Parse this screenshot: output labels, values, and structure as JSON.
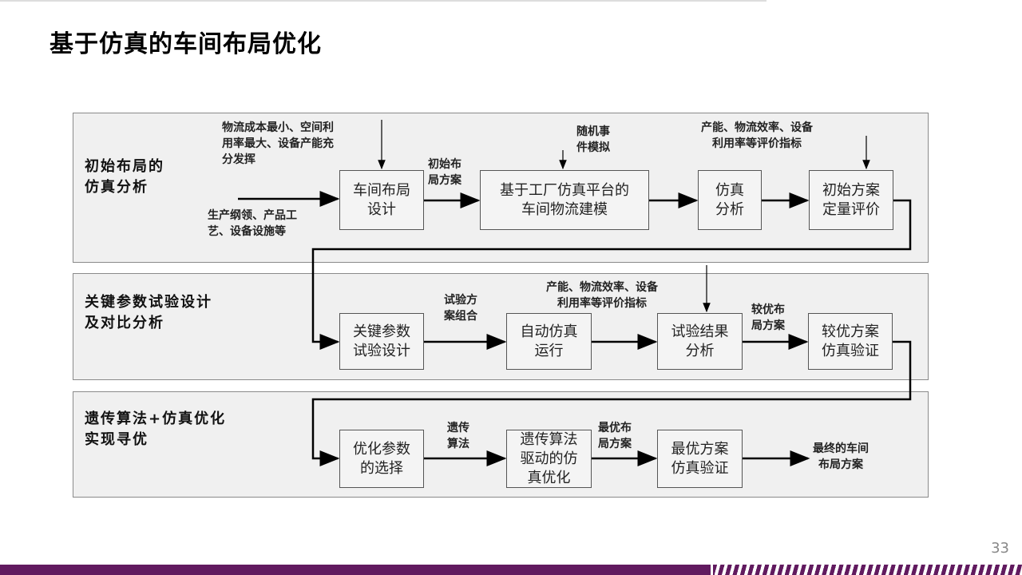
{
  "title": "基于仿真的车间布局优化",
  "page_number": "33",
  "bands": [
    {
      "label_line1": "初始布局的",
      "label_line2": "仿真分析"
    },
    {
      "label_line1": "关键参数试验设计",
      "label_line2": "及对比分析"
    },
    {
      "label_line1": "遗传算法+仿真优化",
      "label_line2": "实现寻优"
    }
  ],
  "row1": {
    "boxes": [
      {
        "l1": "车间布局",
        "l2": "设计"
      },
      {
        "l1": "基于工厂仿真平台的",
        "l2": "车间物流建模"
      },
      {
        "l1": "仿真",
        "l2": "分析"
      },
      {
        "l1": "初始方案",
        "l2": "定量评价"
      }
    ],
    "notes": {
      "objectives": [
        "物流成本最小、空间利",
        "用率最大、设备产能充",
        "分发挥"
      ],
      "inputs": [
        "生产纲领、产品工",
        "艺、设备设施等"
      ],
      "initial_plan": [
        "初始布",
        "局方案"
      ],
      "random": [
        "随机事",
        "件模拟"
      ],
      "metrics": [
        "产能、物流效率、设备",
        "利用率等评价指标"
      ]
    }
  },
  "row2": {
    "boxes": [
      {
        "l1": "关键参数",
        "l2": "试验设计"
      },
      {
        "l1": "自动仿真",
        "l2": "运行"
      },
      {
        "l1": "试验结果",
        "l2": "分析"
      },
      {
        "l1": "较优方案",
        "l2": "仿真验证"
      }
    ],
    "notes": {
      "combo": [
        "试验方",
        "案组合"
      ],
      "metrics": [
        "产能、物流效率、设备",
        "利用率等评价指标"
      ],
      "better": [
        "较优布",
        "局方案"
      ]
    }
  },
  "row3": {
    "boxes": [
      {
        "l1": "优化参数",
        "l2": "的选择"
      },
      {
        "l1": "遗传算法",
        "l2": "驱动的仿",
        "l3": "真优化"
      },
      {
        "l1": "最优方案",
        "l2": "仿真验证"
      }
    ],
    "notes": {
      "ga": [
        "遗传",
        "算法"
      ],
      "best": [
        "最优布",
        "局方案"
      ],
      "final": [
        "最终的车间",
        "布局方案"
      ]
    }
  }
}
